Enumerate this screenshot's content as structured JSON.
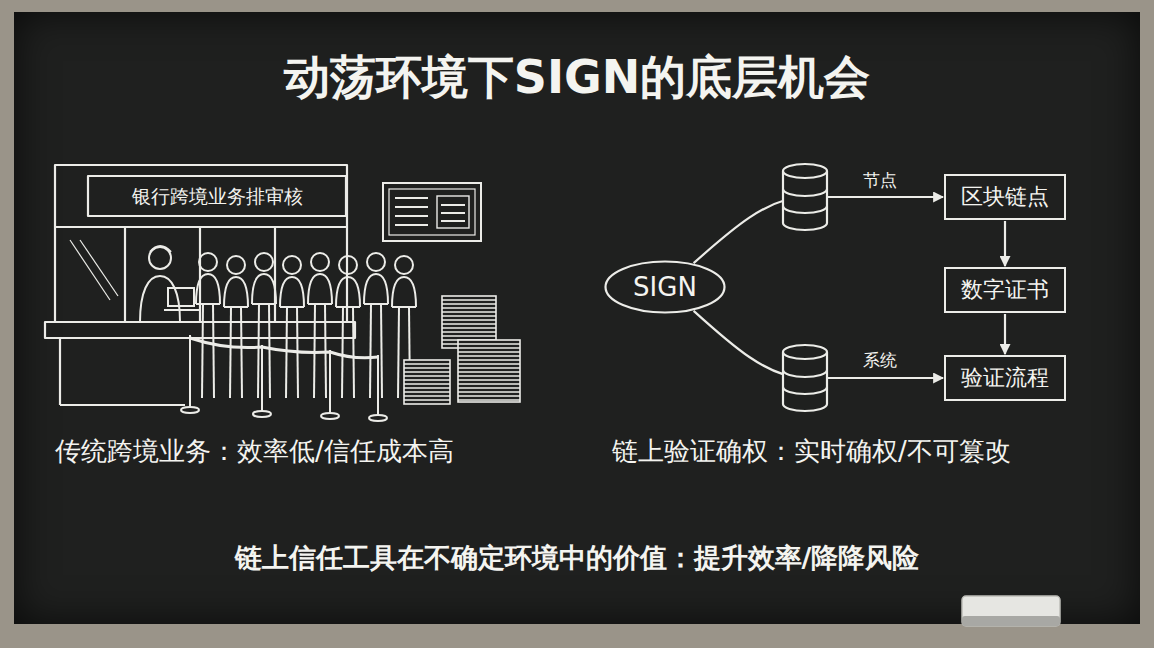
{
  "diagram": {
    "title": "动荡环境下SIGN的底层机会",
    "caption": "链上信任工具在不确定环境中的价值：提升效率/降降风险",
    "nodes": [
      {
        "text": [
          "SIGN"
        ]
      },
      {
        "text": [
          "区块链点"
        ]
      },
      {
        "text": [
          "数字证书"
        ]
      },
      {
        "text": [
          "验证流程"
        ]
      }
    ],
    "edges": [
      {
        "from": 0,
        "to": 1,
        "label": "节点",
        "arrow": "to"
      },
      {
        "from": 0,
        "to": 3,
        "label": "系统",
        "arrow": "to"
      },
      {
        "from": 1,
        "to": 2,
        "arrow": "to"
      },
      {
        "from": 2,
        "to": 3,
        "arrow": "to"
      }
    ],
    "labels": [
      "银行跨境业务排审核",
      "传统跨境业务：效率低/信任成本高",
      "链上验证确权：实时确权/不可篡改"
    ]
  }
}
